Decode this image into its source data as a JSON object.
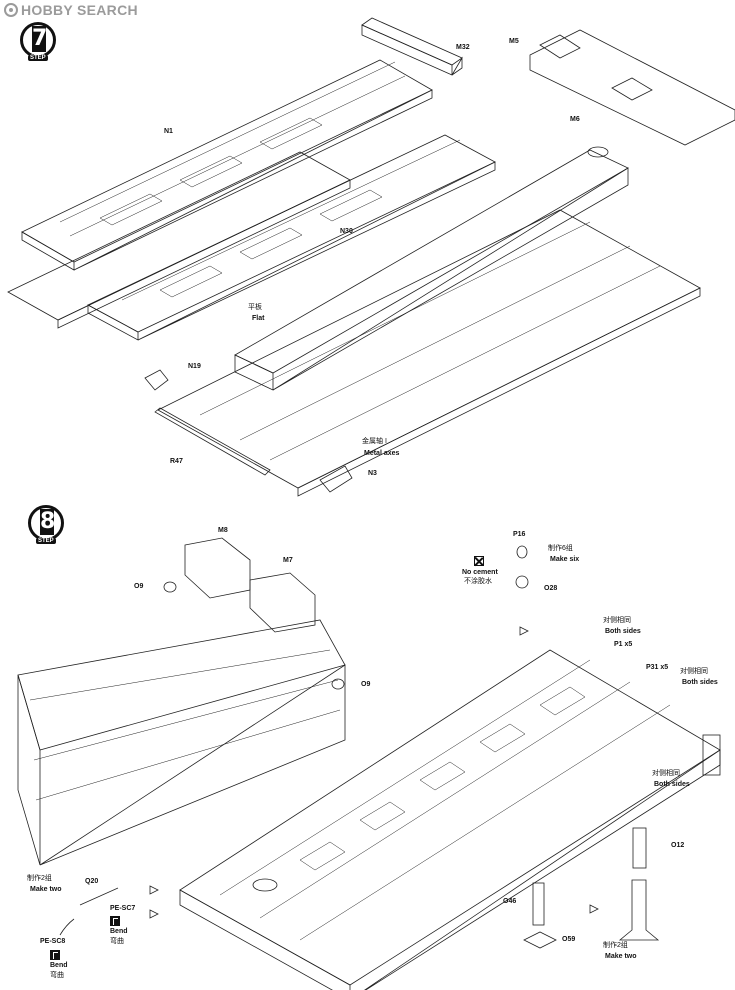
{
  "watermark": {
    "text": "HOBBY SEARCH"
  },
  "steps": [
    {
      "number": "7",
      "label": "STEP"
    },
    {
      "number": "8",
      "label": "STEP"
    }
  ],
  "step7_labels": {
    "m32": "M32",
    "m5": "M5",
    "m6": "M6",
    "n1": "N1",
    "n30": "N30",
    "flat_cn": "平板",
    "flat_en": "Flat",
    "n19": "N19",
    "r47": "R47",
    "metal_axes_cn": "金属轴 I",
    "metal_axes_en": "Metal axes",
    "n3": "N3"
  },
  "step8_labels": {
    "m8": "M8",
    "m7": "M7",
    "o9_a": "O9",
    "o9_b": "O9",
    "p16": "P16",
    "make_six_cn": "制作6组",
    "make_six_en": "Make six",
    "no_cement_en": "No cement",
    "no_cement_cn": "不涂胶水",
    "o28": "O28",
    "both_sides_1_cn": "对侧相同",
    "both_sides_1_en": "Both sides",
    "p1x5": "P1 x5",
    "p31x5": "P31 x5",
    "both_sides_2_cn": "对侧相同",
    "both_sides_2_en": "Both sides",
    "both_sides_3_cn": "对侧相同",
    "both_sides_3_en": "Both sides",
    "o12": "O12",
    "make_two_cn": "制作2组",
    "make_two_en": "Make two",
    "q20": "Q20",
    "pe_sc7": "PE-SC7",
    "bend1_en": "Bend",
    "bend1_cn": "弯曲",
    "pe_sc8": "PE-SC8",
    "bend2_en": "Bend",
    "bend2_cn": "弯曲",
    "o46": "O46",
    "o59": "O59",
    "make_two_b_cn": "制作2组",
    "make_two_b_en": "Make two"
  },
  "colors": {
    "line": "#222222",
    "watermark": "#9b9b9b"
  }
}
